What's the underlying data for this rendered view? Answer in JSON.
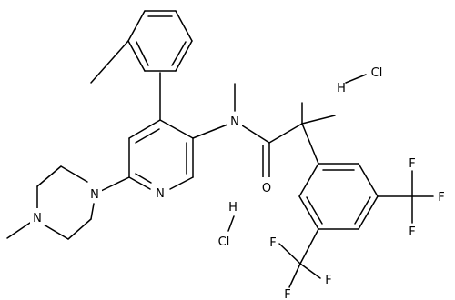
{
  "molecule": {
    "atoms": {
      "n_amide": "N",
      "o_carbonyl": "O",
      "n_pyridine": "N",
      "n_pip1": "N",
      "n_pip2": "N",
      "f1a": "F",
      "f1b": "F",
      "f1c": "F",
      "f2a": "F",
      "f2b": "F",
      "f2c": "F"
    },
    "salts": [
      {
        "h": "H",
        "cl": "Cl"
      },
      {
        "h": "H",
        "cl": "Cl"
      }
    ]
  }
}
